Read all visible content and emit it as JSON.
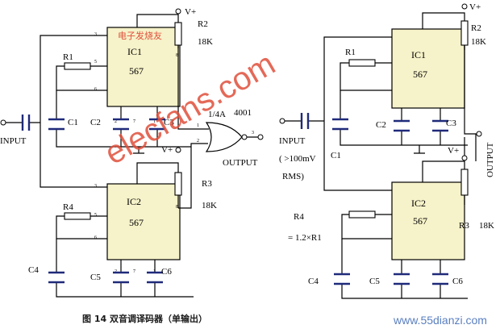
{
  "supply": "V+",
  "left_circuit": {
    "ic1": {
      "name": "IC1",
      "part": "567",
      "pins": [
        "3",
        "5",
        "6",
        "8",
        "2",
        "7",
        "1"
      ]
    },
    "ic2": {
      "name": "IC2",
      "part": "567",
      "pins": [
        "3",
        "5",
        "6",
        "8",
        "2",
        "7",
        "1"
      ]
    },
    "r1": "R1",
    "r2": "R2",
    "r2_value": "18K",
    "r3": "R3",
    "r3_value": "18K",
    "r4": "R4",
    "c1": "C1",
    "c2": "C2",
    "c3": "C3",
    "c4": "C4",
    "c5": "C5",
    "c6": "C6",
    "input": "INPUT",
    "output": "OUTPUT",
    "gate_label": "1/4A",
    "gate_part": "4001",
    "gate_pins": [
      "1",
      "2",
      "3"
    ]
  },
  "right_circuit": {
    "ic1": {
      "name": "IC1",
      "part": "567"
    },
    "ic2": {
      "name": "IC2",
      "part": "567"
    },
    "r1": "R1",
    "r2": "R2",
    "r2_value": "18K",
    "r3": "R3",
    "r3_value": "18K",
    "c1": "C1",
    "c2": "C2",
    "c3": "C3",
    "c4": "C4",
    "c5": "C5",
    "c6": "C6",
    "input": "INPUT",
    "input_level": "( >100mV",
    "input_level2": "RMS)",
    "output": "OUTPUT",
    "r4": "R4",
    "r4_formula": "= 1.2×R1"
  },
  "caption": "图 14  双音调译码器（单输出）",
  "watermark": "elecfans.com",
  "watermark_small": "电子发烧友",
  "footer_url": "www.55dianzi.com"
}
